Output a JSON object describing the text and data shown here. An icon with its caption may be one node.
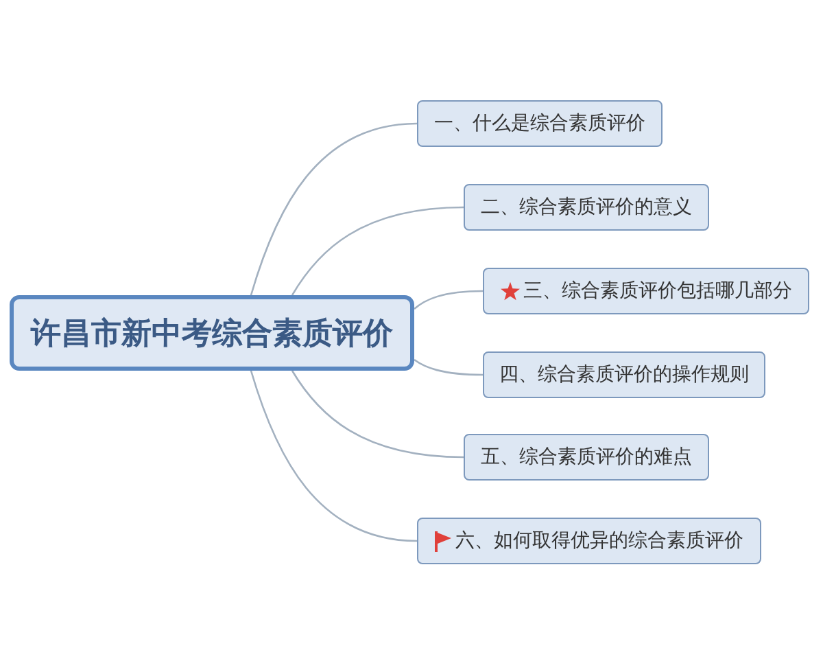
{
  "diagram": {
    "nodes": [
      {
        "text": [
          "许昌市新中考综合素质评价"
        ]
      },
      {
        "text": [
          "一、什么是综合素质评价"
        ]
      },
      {
        "text": [
          "二、综合素质评价的意义"
        ]
      },
      {
        "text": [
          "三、综合素质评价包括哪几部分"
        ]
      },
      {
        "text": [
          "四、综合素质评价的操作规则"
        ]
      },
      {
        "text": [
          "五、综合素质评价的难点"
        ]
      },
      {
        "text": [
          "六、如何取得优异的综合素质评价"
        ]
      }
    ],
    "edges": [
      {
        "from": 0,
        "to": 1,
        "arrow": "none"
      },
      {
        "from": 0,
        "to": 2,
        "arrow": "none"
      },
      {
        "from": 0,
        "to": 3,
        "arrow": "none"
      },
      {
        "from": 0,
        "to": 4,
        "arrow": "none"
      },
      {
        "from": 0,
        "to": 5,
        "arrow": "none"
      },
      {
        "from": 0,
        "to": 6,
        "arrow": "none"
      }
    ]
  }
}
